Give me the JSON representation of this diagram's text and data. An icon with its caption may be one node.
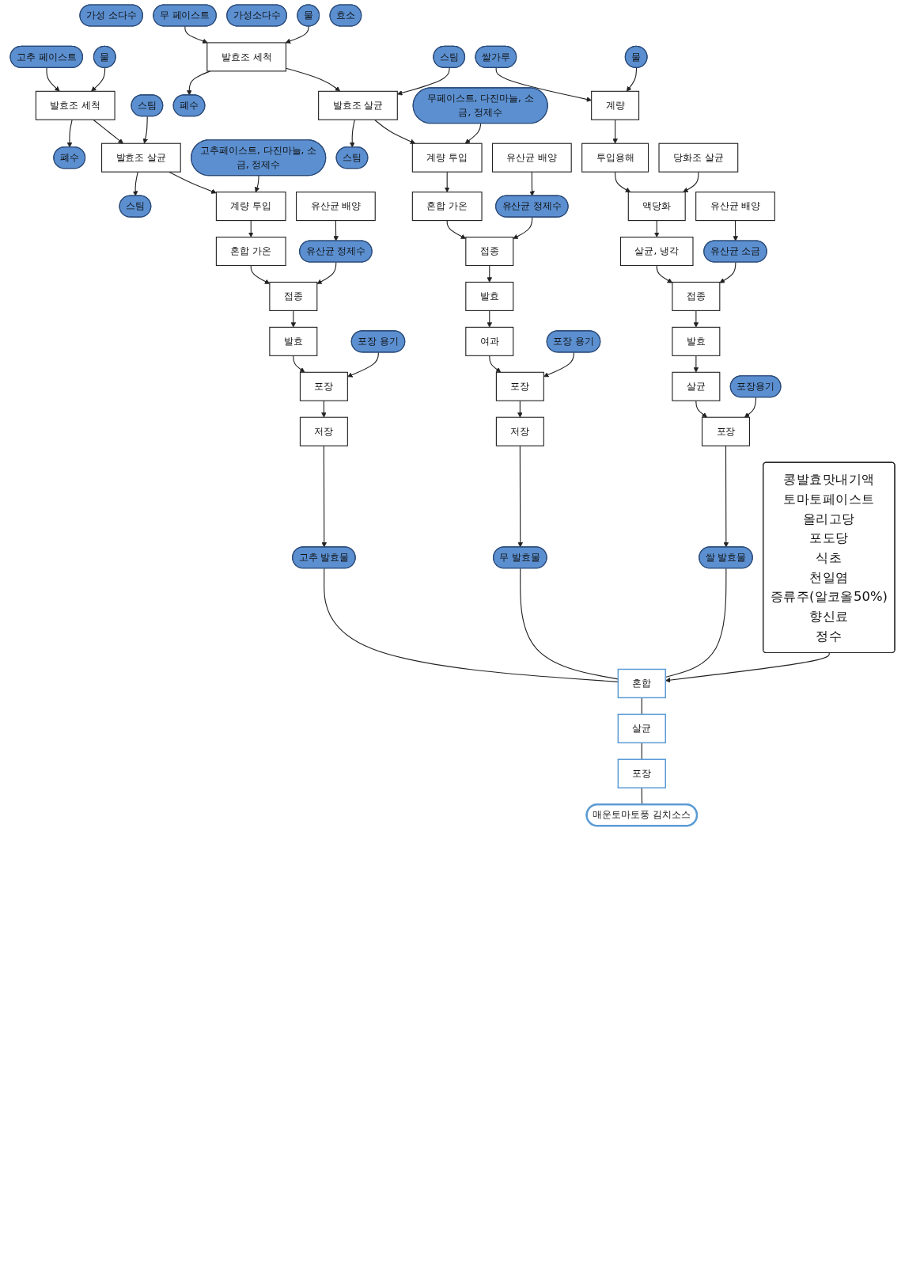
{
  "diagram": {
    "nodes": [
      {
        "text": [
          "고추 페이스트"
        ]
      },
      {
        "text": [
          "가성 소다수"
        ]
      },
      {
        "text": [
          "물"
        ]
      },
      {
        "text": [
          "발효조 세척"
        ]
      },
      {
        "text": [
          "폐수"
        ]
      },
      {
        "text": [
          "스팀"
        ]
      },
      {
        "text": [
          "발효조 살균"
        ]
      },
      {
        "text": [
          "스팀"
        ]
      },
      {
        "text": [
          "고추페이스트, 다진마늘, 소금, 정제수"
        ]
      },
      {
        "text": [
          "계량 투입"
        ]
      },
      {
        "text": [
          "유산균 배양"
        ]
      },
      {
        "text": [
          "혼합 가온"
        ]
      },
      {
        "text": [
          "유산균 정제수"
        ]
      },
      {
        "text": [
          "접종"
        ]
      },
      {
        "text": [
          "발효"
        ]
      },
      {
        "text": [
          "포장 용기"
        ]
      },
      {
        "text": [
          "포장"
        ]
      },
      {
        "text": [
          "저장"
        ]
      },
      {
        "text": [
          "고추 발효물"
        ]
      },
      {
        "text": [
          "무 페이스트"
        ]
      },
      {
        "text": [
          "가성소다수"
        ]
      },
      {
        "text": [
          "물"
        ]
      },
      {
        "text": [
          "발효조 세척"
        ]
      },
      {
        "text": [
          "폐수"
        ]
      },
      {
        "text": [
          "스팀"
        ]
      },
      {
        "text": [
          "발효조 살균"
        ]
      },
      {
        "text": [
          "스팀"
        ]
      },
      {
        "text": [
          "무페이스트, 다진마늘, 소금, 정제수"
        ]
      },
      {
        "text": [
          "계량 투입"
        ]
      },
      {
        "text": [
          "유산균 배양"
        ]
      },
      {
        "text": [
          "혼합 가온"
        ]
      },
      {
        "text": [
          "유산균 정제수"
        ]
      },
      {
        "text": [
          "접종"
        ]
      },
      {
        "text": [
          "발효"
        ]
      },
      {
        "text": [
          "여과"
        ]
      },
      {
        "text": [
          "포장 용기"
        ]
      },
      {
        "text": [
          "포장"
        ]
      },
      {
        "text": [
          "저장"
        ]
      },
      {
        "text": [
          "무 발효물"
        ]
      },
      {
        "text": [
          "쌀가루"
        ]
      },
      {
        "text": [
          "효소"
        ]
      },
      {
        "text": [
          "물"
        ]
      },
      {
        "text": [
          "계량"
        ]
      },
      {
        "text": [
          "투입용해"
        ]
      },
      {
        "text": [
          "당화조 살균"
        ]
      },
      {
        "text": [
          "액당화"
        ]
      },
      {
        "text": [
          "유산균 배양"
        ]
      },
      {
        "text": [
          "살균, 냉각"
        ]
      },
      {
        "text": [
          "유산균 소금"
        ]
      },
      {
        "text": [
          "접종"
        ]
      },
      {
        "text": [
          "발효"
        ]
      },
      {
        "text": [
          "살균"
        ]
      },
      {
        "text": [
          "포장용기"
        ]
      },
      {
        "text": [
          "포장"
        ]
      },
      {
        "text": [
          "쌀 발효물"
        ]
      },
      {
        "text": [
          "콩발효맛내기액",
          "토마토페이스트",
          "올리고당",
          "포도당",
          "식초",
          "천일염",
          "증류주(알코올50%)",
          "향신료",
          "정수"
        ]
      },
      {
        "text": [
          "혼합"
        ]
      },
      {
        "text": [
          "살균"
        ]
      },
      {
        "text": [
          "포장"
        ]
      },
      {
        "text": [
          "매운토마토풍 김치소스"
        ]
      }
    ],
    "edges": [
      {
        "from": 0,
        "to": 3,
        "arrow": "to"
      },
      {
        "from": 2,
        "to": 3,
        "arrow": "to"
      },
      {
        "from": 3,
        "to": 4,
        "arrow": "to"
      },
      {
        "from": 3,
        "to": 6,
        "arrow": "to"
      },
      {
        "from": 5,
        "to": 6,
        "arrow": "to"
      },
      {
        "from": 6,
        "to": 7,
        "arrow": "to"
      },
      {
        "from": 6,
        "to": 9,
        "arrow": "to"
      },
      {
        "from": 8,
        "to": 9,
        "arrow": "to"
      },
      {
        "from": 9,
        "to": 11,
        "arrow": "to"
      },
      {
        "from": 10,
        "to": 12,
        "arrow": "to"
      },
      {
        "from": 11,
        "to": 13,
        "arrow": "to"
      },
      {
        "from": 12,
        "to": 13,
        "arrow": "to"
      },
      {
        "from": 13,
        "to": 14,
        "arrow": "to"
      },
      {
        "from": 14,
        "to": 16,
        "arrow": "to"
      },
      {
        "from": 15,
        "to": 16,
        "arrow": "to"
      },
      {
        "from": 16,
        "to": 17,
        "arrow": "to"
      },
      {
        "from": 17,
        "to": 18,
        "arrow": "to"
      },
      {
        "from": 19,
        "to": 22,
        "arrow": "to"
      },
      {
        "from": 21,
        "to": 22,
        "arrow": "to"
      },
      {
        "from": 22,
        "to": 23,
        "arrow": "to"
      },
      {
        "from": 22,
        "to": 25,
        "arrow": "to"
      },
      {
        "from": 24,
        "to": 25,
        "arrow": "to"
      },
      {
        "from": 25,
        "to": 26,
        "arrow": "to"
      },
      {
        "from": 25,
        "to": 28,
        "arrow": "to"
      },
      {
        "from": 27,
        "to": 28,
        "arrow": "to"
      },
      {
        "from": 28,
        "to": 30,
        "arrow": "to"
      },
      {
        "from": 29,
        "to": 31,
        "arrow": "to"
      },
      {
        "from": 30,
        "to": 32,
        "arrow": "to"
      },
      {
        "from": 31,
        "to": 32,
        "arrow": "to"
      },
      {
        "from": 32,
        "to": 33,
        "arrow": "to"
      },
      {
        "from": 33,
        "to": 34,
        "arrow": "to"
      },
      {
        "from": 34,
        "to": 36,
        "arrow": "to"
      },
      {
        "from": 35,
        "to": 36,
        "arrow": "to"
      },
      {
        "from": 36,
        "to": 37,
        "arrow": "to"
      },
      {
        "from": 37,
        "to": 38,
        "arrow": "to"
      },
      {
        "from": 39,
        "to": 42,
        "arrow": "to"
      },
      {
        "from": 41,
        "to": 42,
        "arrow": "to"
      },
      {
        "from": 42,
        "to": 43,
        "arrow": "to"
      },
      {
        "from": 43,
        "to": 45,
        "arrow": "to"
      },
      {
        "from": 44,
        "to": 45,
        "arrow": "to"
      },
      {
        "from": 45,
        "to": 47,
        "arrow": "to"
      },
      {
        "from": 46,
        "to": 48,
        "arrow": "to"
      },
      {
        "from": 47,
        "to": 49,
        "arrow": "to"
      },
      {
        "from": 48,
        "to": 49,
        "arrow": "to"
      },
      {
        "from": 49,
        "to": 50,
        "arrow": "to"
      },
      {
        "from": 50,
        "to": 51,
        "arrow": "to"
      },
      {
        "from": 51,
        "to": 53,
        "arrow": "to"
      },
      {
        "from": 52,
        "to": 53,
        "arrow": "to"
      },
      {
        "from": 53,
        "to": 54,
        "arrow": "to"
      },
      {
        "from": 18,
        "to": 56,
        "arrow": "none"
      },
      {
        "from": 38,
        "to": 56,
        "arrow": "none"
      },
      {
        "from": 54,
        "to": 56,
        "arrow": "none"
      },
      {
        "from": 55,
        "to": 56,
        "arrow": "to"
      },
      {
        "from": 56,
        "to": 57,
        "arrow": "none"
      },
      {
        "from": 57,
        "to": 58,
        "arrow": "none"
      },
      {
        "from": 58,
        "to": 59,
        "arrow": "none"
      }
    ]
  }
}
